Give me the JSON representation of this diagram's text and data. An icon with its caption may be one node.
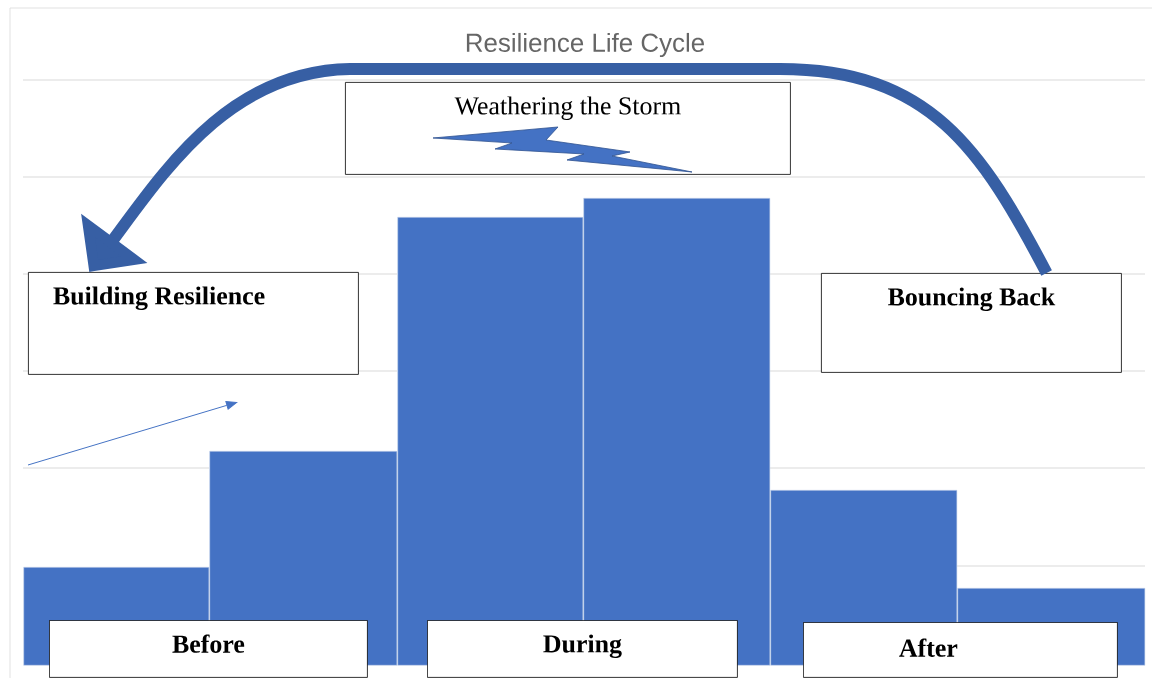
{
  "diagram": {
    "title": "Resilience Life Cycle",
    "nodes": [
      {
        "text": [
          "Weathering the Storm"
        ]
      },
      {
        "text": [
          "Building Resilience"
        ]
      },
      {
        "text": [
          "Bouncing Back"
        ]
      },
      {
        "text": [
          "Before"
        ]
      },
      {
        "text": [
          "During"
        ]
      },
      {
        "text": [
          "After"
        ]
      },
      {
        "text": [],
        "shape": "bar"
      },
      {
        "text": [],
        "shape": "bar"
      },
      {
        "text": [],
        "shape": "bar"
      },
      {
        "text": [],
        "shape": "bar"
      },
      {
        "text": [],
        "shape": "bar"
      },
      {
        "text": [],
        "shape": "bar"
      }
    ],
    "edges": [
      {
        "from": 2,
        "to": 1,
        "arrow": "to"
      }
    ]
  }
}
